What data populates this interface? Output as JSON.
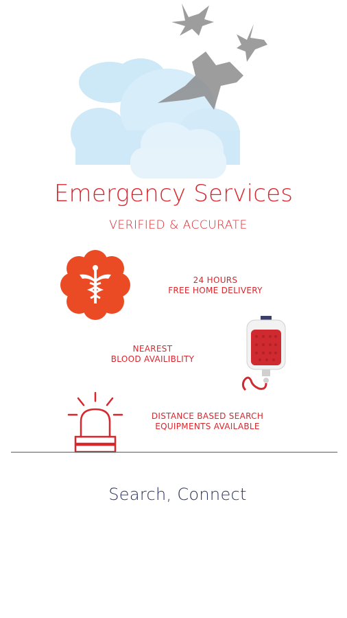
{
  "hero": {
    "title": "Emergency Services",
    "subtitle": "VERIFIED & ACCURATE"
  },
  "features": [
    {
      "line1": "24 HOURS",
      "line2": "FREE HOME DELIVERY",
      "icon": "medical-caduceus-icon"
    },
    {
      "line1": "NEAREST",
      "line2": "BLOOD AVAILIBLITY",
      "icon": "blood-bag-icon"
    },
    {
      "line1": "DISTANCE BASED SEARCH",
      "line2": "EQUIPMENTS AVAILABLE",
      "icon": "emergency-siren-icon"
    }
  ],
  "footer": {
    "tagline": "Search, Connect"
  },
  "colors": {
    "accent": "#d8262d",
    "accent_orange": "#ea4a24",
    "tagline": "#27305b",
    "cloud": "#cbe7f7",
    "bird": "#8c8c8c"
  }
}
